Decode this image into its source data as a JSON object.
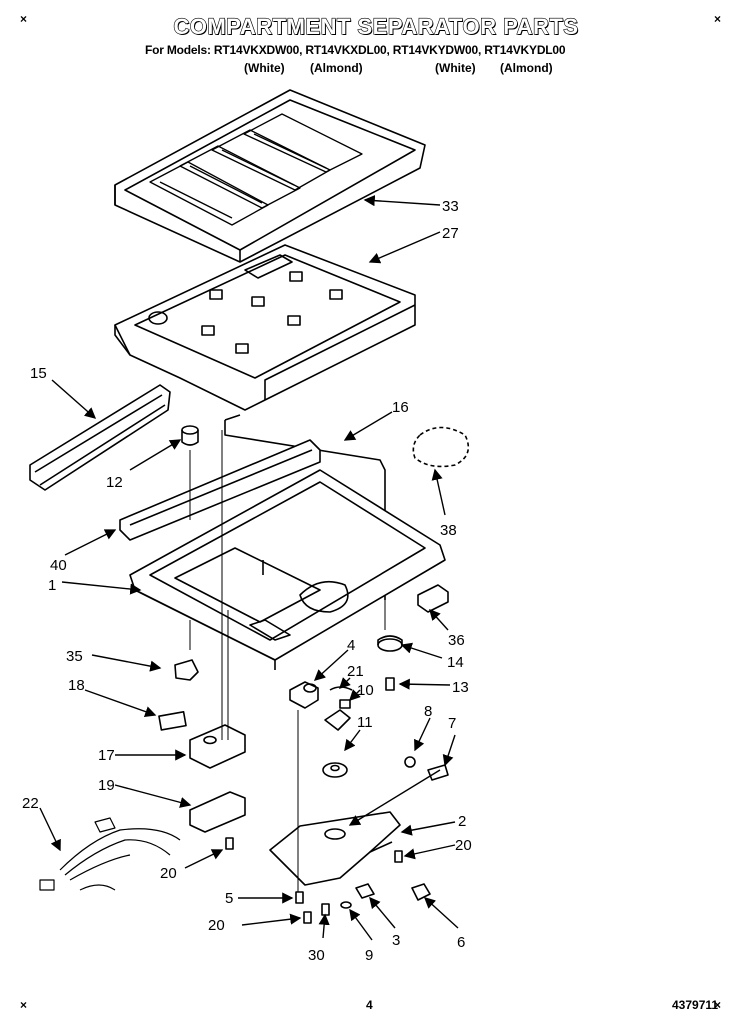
{
  "header": {
    "title": "COMPARTMENT SEPARATOR PARTS",
    "models_line": "For Models: RT14VKXDW00, RT14VKXDL00, RT14VKYDW00, RT14VKYDL00",
    "color_labels": [
      "(White)",
      "(Almond)",
      "(White)",
      "(Almond)"
    ]
  },
  "part_labels": {
    "p33": "33",
    "p27": "27",
    "p15": "15",
    "p16": "16",
    "p12": "12",
    "p38": "38",
    "p40": "40",
    "p1": "1",
    "p36": "36",
    "p35": "35",
    "p4": "4",
    "p14": "14",
    "p18": "18",
    "p21": "21",
    "p10": "10",
    "p13": "13",
    "p11": "11",
    "p8": "8",
    "p7": "7",
    "p17": "17",
    "p19": "19",
    "p22": "22",
    "p2": "2",
    "p20a": "20",
    "p20b": "20",
    "p5": "5",
    "p20c": "20",
    "p3": "3",
    "p6": "6",
    "p30": "30",
    "p9": "9"
  },
  "footer": {
    "page_number": "4",
    "doc_number": "4379711"
  }
}
